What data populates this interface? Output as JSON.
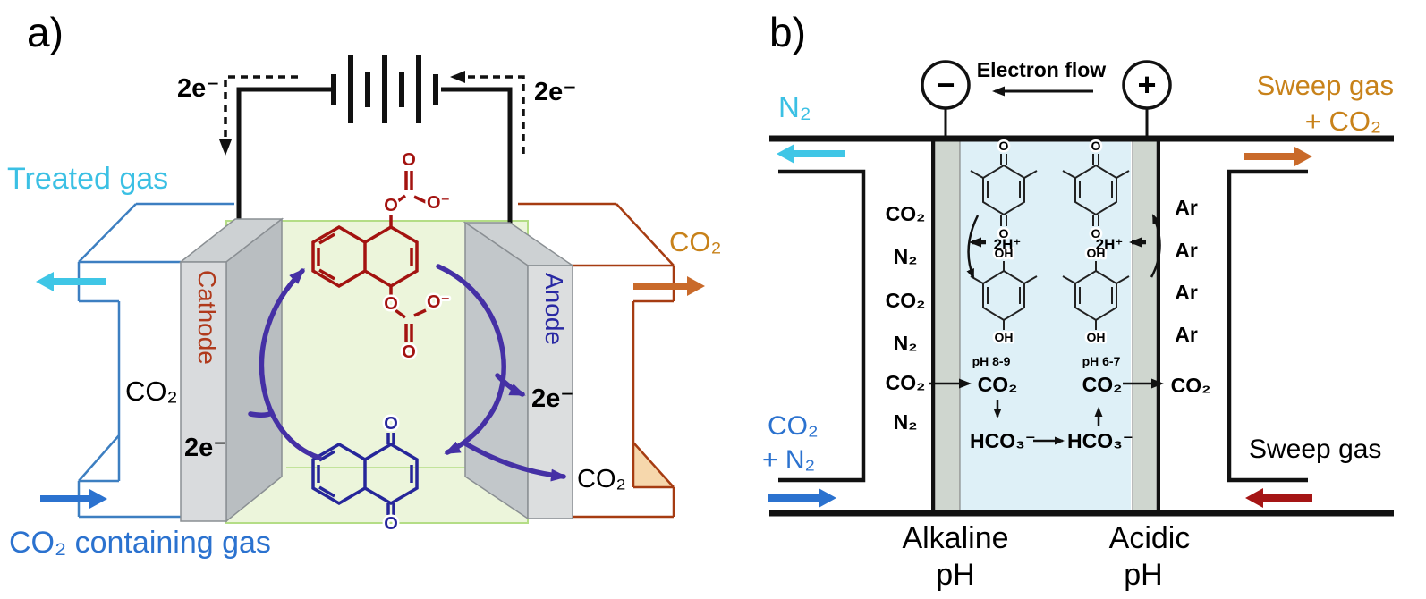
{
  "colors": {
    "cyan": "#3bc0e4",
    "blue": "#2b72cf",
    "orange": "#c8821a",
    "orange_arrow": "#c96a2a",
    "dark_red": "#a51515",
    "cathode_red": "#b03a1c",
    "anode_blue": "#2929a3",
    "purple": "#4530a5",
    "red_molecule": "#a31310",
    "blue_molecule": "#26269a",
    "green_cell": "#ecf5db",
    "cell_blue": "#def0f7",
    "electrode_gray": "#cfd6cf"
  },
  "panel_a": {
    "label": "a)",
    "treated_gas": "Treated gas",
    "co2": "CO₂",
    "co2_containing_gas": "CO₂ containing gas",
    "electrons": "2e⁻",
    "cathode": "Cathode",
    "anode": "Anode",
    "atoms": {
      "o": "O",
      "o_minus": "O⁻"
    }
  },
  "panel_b": {
    "label": "b)",
    "electron_flow": "Electron flow",
    "negative_terminal": "−",
    "positive_terminal": "+",
    "n2": "N₂",
    "sweep_gas_out_1": "Sweep gas",
    "sweep_gas_out_2": "+ CO₂",
    "feed_1": "CO₂",
    "feed_2": "+ N₂",
    "sweep_gas_in": "Sweep gas",
    "left_gases": [
      "CO₂",
      "N₂",
      "CO₂",
      "N₂",
      "CO₂",
      "N₂"
    ],
    "right_gases": [
      "Ar",
      "Ar",
      "Ar",
      "Ar"
    ],
    "proton": "2H⁺",
    "ph_alkaline": "pH 8-9",
    "ph_acidic": "pH 6-7",
    "co2": "CO₂",
    "hco3": "HCO₃⁻",
    "co2_product": "CO₂",
    "alkaline_1": "Alkaline",
    "alkaline_2": "pH",
    "acidic_1": "Acidic",
    "acidic_2": "pH",
    "atoms": {
      "o": "O",
      "oh": "OH"
    }
  }
}
